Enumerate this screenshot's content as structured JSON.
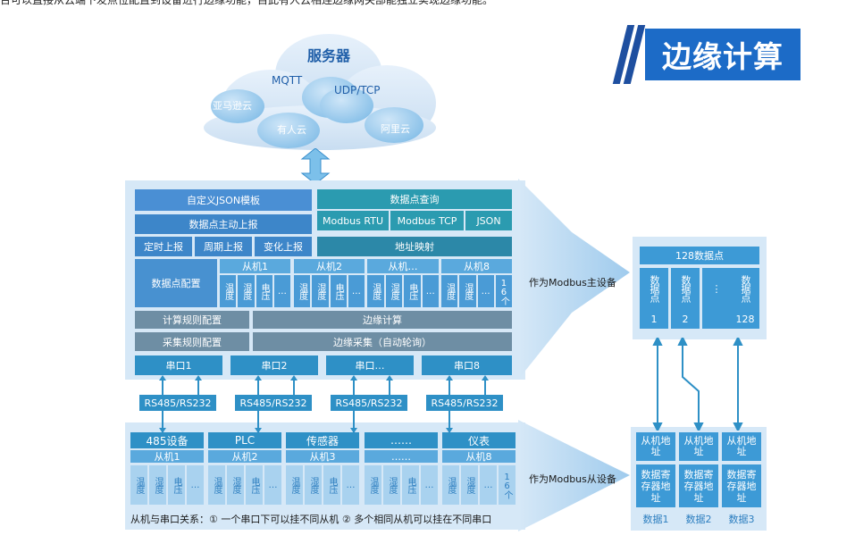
{
  "intro_text": "台可以直接从云端下发点位配置到设备进行边缘功能，目此有人云相连边缘网关部能独立实现边缘功能。",
  "badge": "边缘计算",
  "cloud": {
    "title": "服务器",
    "items": [
      "MQTT",
      "UDP/TCP",
      "亚马逊云",
      "有人云",
      "阿里云"
    ]
  },
  "gateway": {
    "json_template": "自定义JSON模板",
    "query": "数据点查询",
    "query_items": [
      "Modbus RTU",
      "Modbus TCP",
      "JSON"
    ],
    "active_report": "数据点主动上报",
    "report_types": [
      "定时上报",
      "周期上报",
      "变化上报"
    ],
    "addr_map": "地址映射",
    "dp_config": "数据点配置",
    "slaves": [
      {
        "name": "从机1",
        "cells": [
          "温度",
          "湿度",
          "电压",
          "…"
        ]
      },
      {
        "name": "从机2",
        "cells": [
          "温度",
          "湿度",
          "电压",
          "…"
        ]
      },
      {
        "name": "从机…",
        "cells": [
          "温度",
          "湿度",
          "电压",
          "…"
        ]
      },
      {
        "name": "从机8",
        "cells": [
          "温度",
          "湿度",
          "…",
          "16个"
        ]
      }
    ],
    "calc_rule": "计算规则配置",
    "edge_calc": "边缘计算",
    "collect_rule": "采集规则配置",
    "edge_collect": "边缘采集（自动轮询）",
    "ports": [
      "串口1",
      "串口2",
      "串口…",
      "串口8"
    ],
    "rs_label": "RS485/RS232"
  },
  "devices": [
    {
      "name": "485设备",
      "slave": "从机1",
      "cells": [
        "温度",
        "湿度",
        "电压",
        "…"
      ]
    },
    {
      "name": "PLC",
      "slave": "从机2",
      "cells": [
        "温度",
        "湿度",
        "电压",
        "…"
      ]
    },
    {
      "name": "传感器",
      "slave": "从机3",
      "cells": [
        "温度",
        "湿度",
        "电压",
        "…"
      ]
    },
    {
      "name": "……",
      "slave": "……",
      "cells": [
        "温度",
        "湿度",
        "电压",
        "…"
      ]
    },
    {
      "name": "仪表",
      "slave": "从机8",
      "cells": [
        "温度",
        "湿度",
        "…",
        "16个"
      ]
    }
  ],
  "note": "从机与串口关系：① 一个串口下可以挂不同从机  ② 多个相同从机可以挂在不同串口",
  "master_label": "作为Modbus主设备",
  "slave_label": "作为Modbus从设备",
  "right_top": {
    "title": "128数据点",
    "cols": [
      {
        "label": "数据点",
        "num": "1"
      },
      {
        "label": "数据点",
        "num": "2"
      },
      {
        "label": "⋮",
        "num": ""
      },
      {
        "label": "数据点",
        "num": "128"
      }
    ]
  },
  "right_bottom": {
    "cols": [
      {
        "addr": "从机地址",
        "reg": "数据寄存器地址",
        "name": "数据1"
      },
      {
        "addr": "从机地址",
        "reg": "数据寄存器地址",
        "name": "数据2"
      },
      {
        "addr": "从机地址",
        "reg": "数据寄存器地址",
        "name": "数据3"
      }
    ]
  },
  "colors": {
    "blue": "#2e7fc0",
    "teal": "#2b9bb0",
    "panel": "#d6e8f7",
    "badge": "#1c6bc7"
  }
}
